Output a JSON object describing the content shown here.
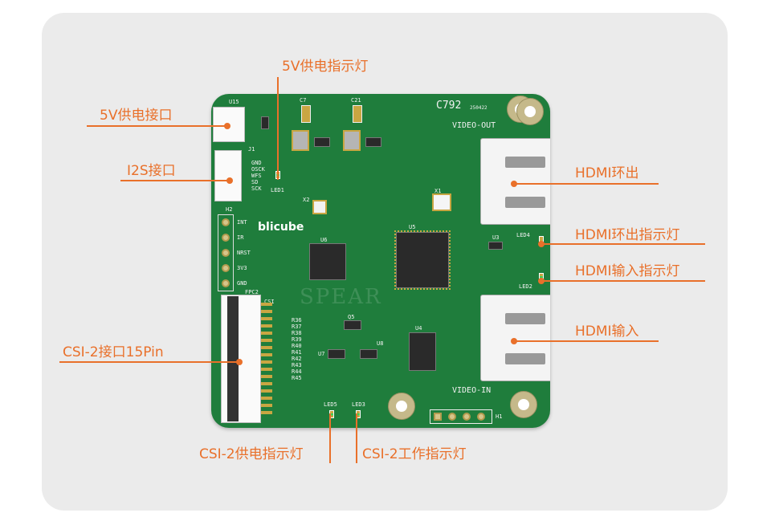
{
  "board": {
    "model": "C792",
    "date_code": "250422",
    "video_out": "VIDEO-OUT",
    "video_in": "VIDEO-IN",
    "logo": "blicube",
    "watermark": "SPEAR",
    "i2s_pins": [
      "GND",
      "OSCK",
      "WFS",
      "SD",
      "SCK"
    ],
    "header_pins": [
      "INT",
      "IR",
      "NRST",
      "3V3",
      "GND"
    ],
    "refs": {
      "u15": "U15",
      "j1": "J1",
      "h2": "H2",
      "fpc2": "FPC2",
      "csi": "CSI",
      "u4": "U4",
      "u5": "U5",
      "u6": "U6",
      "u3": "U3",
      "x1": "X1",
      "x2": "X2",
      "h1": "H1",
      "led1": "LED1",
      "led2": "LED2",
      "led3": "LED3",
      "led4": "LED4",
      "led5": "LED5",
      "c7": "C7",
      "c21": "C21",
      "q5": "Q5",
      "u7": "U7",
      "u8": "U8"
    },
    "resistor_column": [
      "R36",
      "R37",
      "R38",
      "R39",
      "R40",
      "R41",
      "R42",
      "R43",
      "R44",
      "R45"
    ]
  },
  "callouts": {
    "power_led": "5V供电指示灯",
    "power_port": "5V供电接口",
    "i2s_port": "I2S接口",
    "csi_port": "CSI-2接口15Pin",
    "csi_power_led": "CSI-2供电指示灯",
    "csi_work_led": "CSI-2工作指示灯",
    "hdmi_out": "HDMI环出",
    "hdmi_out_led": "HDMI环出指示灯",
    "hdmi_in_led": "HDMI输入指示灯",
    "hdmi_in": "HDMI输入"
  },
  "colors": {
    "accent": "#e9702a",
    "pcb": "#1f7d3c",
    "card": "#ebebeb"
  }
}
